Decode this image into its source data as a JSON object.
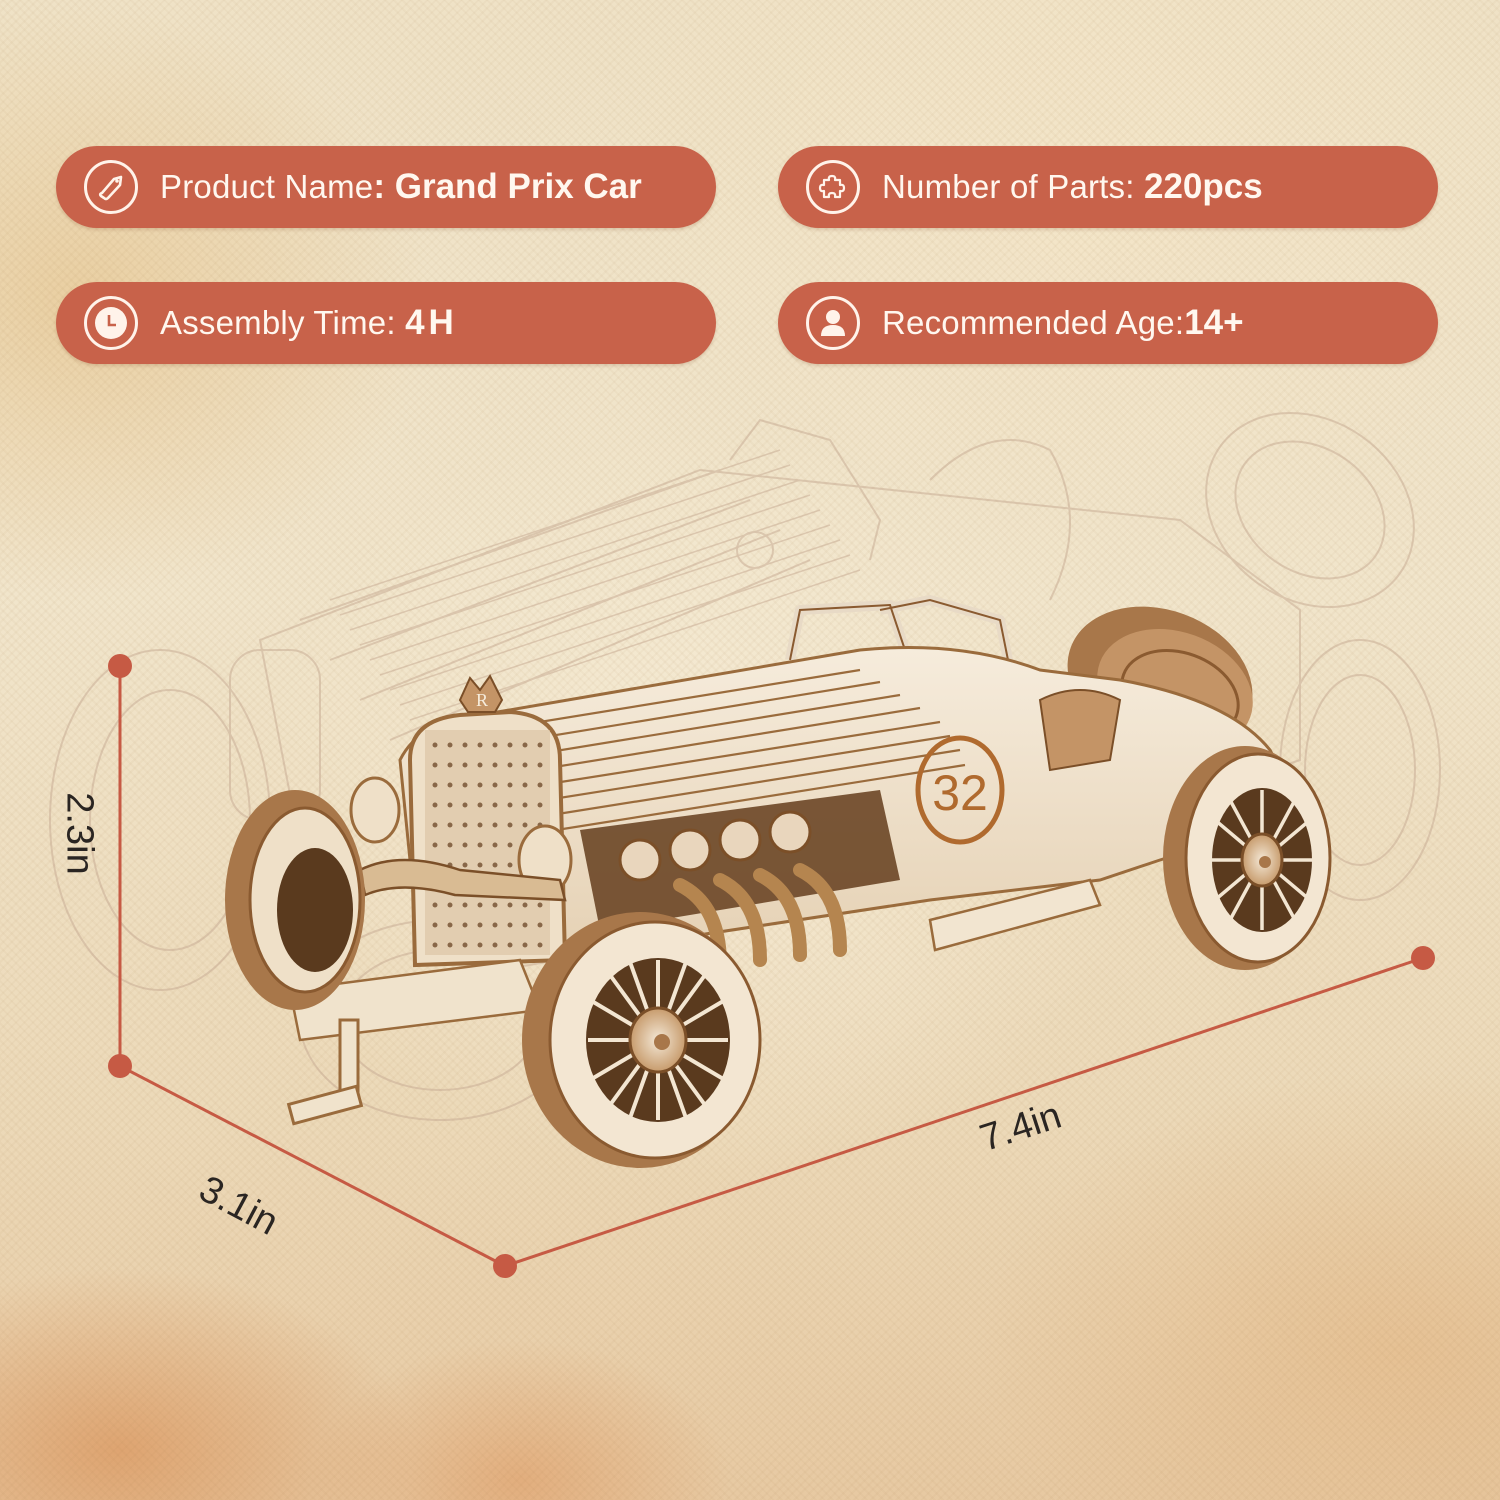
{
  "specs": [
    {
      "id": "product-name",
      "icon": "tag-icon",
      "label": "Product Name",
      "separator": ": ",
      "value": "Grand Prix Car"
    },
    {
      "id": "number-of-parts",
      "icon": "puzzle-piece-icon",
      "label": "Number of Parts: ",
      "separator": "",
      "value": "220pcs"
    },
    {
      "id": "assembly-time",
      "icon": "clock-icon",
      "label": "Assembly Time: ",
      "separator": "",
      "value": "4H"
    },
    {
      "id": "recommended-age",
      "icon": "user-icon",
      "label": "Recommended Age:",
      "separator": "",
      "value": "14+"
    }
  ],
  "dimensions": {
    "height": "2.3in",
    "width": "3.1in",
    "length": "7.4in"
  },
  "car": {
    "race_number": "32",
    "emblem_letter": "R"
  },
  "colors": {
    "pill": "#c8624a",
    "pill_text": "#fff7ef",
    "dimension_line": "#c65a44",
    "wood_light": "#f3e6d2",
    "wood_dark": "#8a5a30",
    "background": "#efe2c6"
  }
}
